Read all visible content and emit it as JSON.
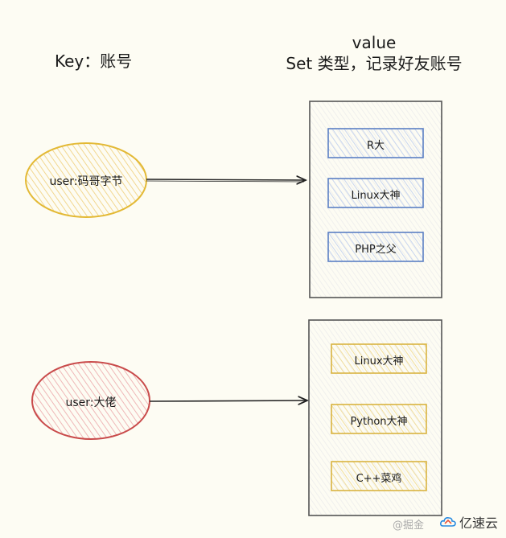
{
  "header": {
    "key_label": "Key：账号",
    "value_label": "value",
    "value_desc": "Set 类型，记录好友账号"
  },
  "keys": [
    {
      "label": "user:码哥字节",
      "color": "#e3b935",
      "items": [
        "R大",
        "Linux大神",
        "PHP之父"
      ],
      "item_color": "#5b7fc4"
    },
    {
      "label": "user:大佬",
      "color": "#c94b4b",
      "items": [
        "Linux大神",
        "Python大神",
        "C++菜鸡"
      ],
      "item_color": "#d9b340"
    }
  ],
  "watermarks": {
    "juejin": "@掘金",
    "yisu": "亿速云"
  }
}
